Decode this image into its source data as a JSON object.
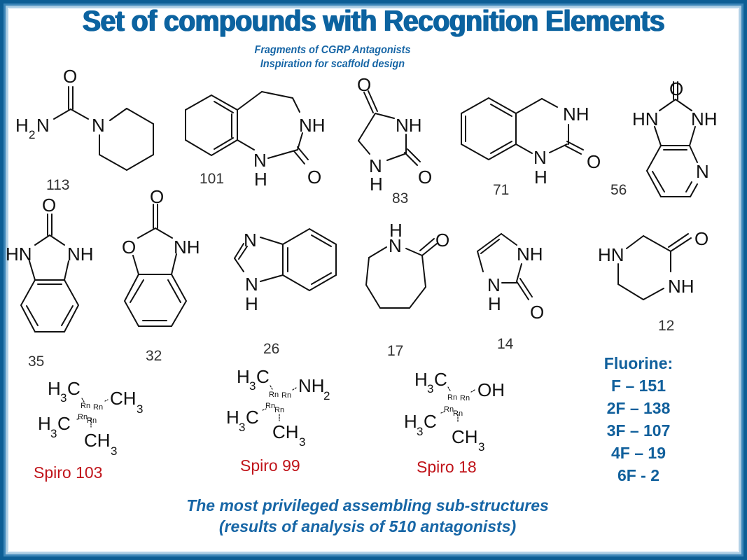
{
  "title": "Set of compounds with Recognition Elements",
  "subtitle": [
    "Fragments of CGRP Antagonists",
    "Inspiration for scaffold design"
  ],
  "fragments": [
    {
      "id": "piperidine-carboxamide",
      "count": "113",
      "atoms": {
        "o": "O",
        "n": "N",
        "h2n_h": "H",
        "h2n_2": "2",
        "h2n_n": "N"
      }
    },
    {
      "id": "benzodiazepinone",
      "count": "101",
      "atoms": {
        "nh": "NH",
        "n": "N",
        "h": "H",
        "o": "O"
      }
    },
    {
      "id": "hydantoin",
      "count": "83",
      "atoms": {
        "o1": "O",
        "nh": "NH",
        "n": "N",
        "h": "H",
        "o2": "O"
      }
    },
    {
      "id": "dihydroquinazolinone",
      "count": "71",
      "atoms": {
        "nh": "NH",
        "n": "N",
        "h": "H",
        "o": "O"
      }
    },
    {
      "id": "imidazopyridinone",
      "count": "56",
      "atoms": {
        "o": "O",
        "hn": "HN",
        "nh": "NH",
        "n": "N"
      }
    },
    {
      "id": "benzimidazolone",
      "count": "35",
      "atoms": {
        "o": "O",
        "hn": "HN",
        "nh": "NH"
      }
    },
    {
      "id": "benzoxazolone",
      "count": "32",
      "atoms": {
        "o_c": "O",
        "o_r": "O",
        "nh": "NH"
      }
    },
    {
      "id": "benzimidazole",
      "count": "26",
      "atoms": {
        "n": "N",
        "nh_n": "N",
        "nh_h": "H"
      }
    },
    {
      "id": "caprolactam",
      "count": "17",
      "atoms": {
        "h": "H",
        "n": "N",
        "o": "O"
      }
    },
    {
      "id": "imidazolone",
      "count": "14",
      "atoms": {
        "nh": "NH",
        "n": "N",
        "h": "H",
        "o": "O"
      }
    },
    {
      "id": "piperazinone",
      "count": "12",
      "atoms": {
        "hn": "HN",
        "o": "O",
        "nh": "NH"
      }
    }
  ],
  "spiro": [
    {
      "label": "Spiro 103",
      "groups": [
        "H",
        "3",
        "C",
        "CH",
        "3",
        "H",
        "3",
        "C",
        "CH",
        "3"
      ],
      "rn": "Rn"
    },
    {
      "label": "Spiro 99",
      "groups": [
        "H",
        "3",
        "C",
        "NH",
        "2",
        "H",
        "3",
        "C",
        "CH",
        "3"
      ],
      "rn": "Rn"
    },
    {
      "label": "Spiro 18",
      "groups": [
        "H",
        "3",
        "C",
        "OH",
        "H",
        "3",
        "C",
        "CH",
        "3"
      ],
      "rn": "Rn"
    }
  ],
  "fluorine": {
    "heading": "Fluorine:",
    "items": [
      "F – 151",
      "2F – 138",
      "3F – 107",
      "4F – 19",
      "6F - 2"
    ]
  },
  "footer": [
    "The most privileged  assembling sub-structures",
    "(results of analysis of 510 antagonists)"
  ],
  "colors": {
    "brand_blue": "#0c63a0",
    "spiro_red": "#c0141a",
    "count_gray": "#333333"
  }
}
